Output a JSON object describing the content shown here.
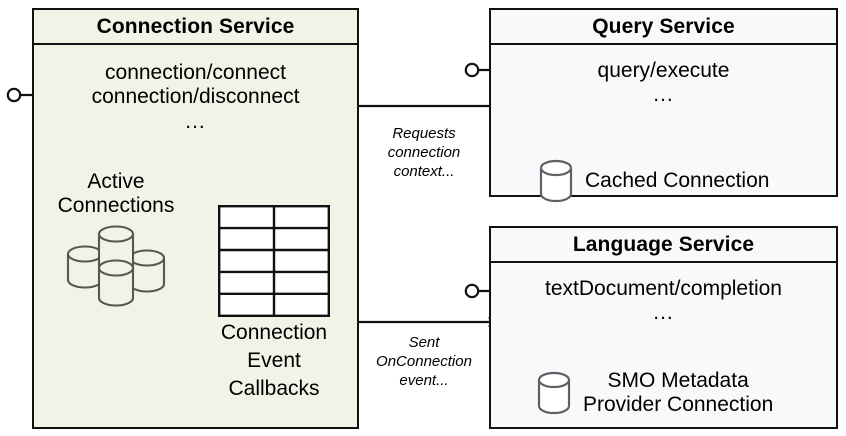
{
  "diagram": {
    "type": "uml-component-diagram",
    "background": "#ffffff",
    "components": {
      "connection_service": {
        "title": "Connection Service",
        "fill": "#f1f3e7",
        "border": "#111111",
        "operations": [
          "connection/connect",
          "connection/disconnect",
          "..."
        ],
        "parts": {
          "active_connections": {
            "label_line1": "Active",
            "label_line2": "Connections",
            "icon": "cylinder-cluster-icon"
          },
          "event_callbacks": {
            "label_line1": "Connection",
            "label_line2": "Event",
            "label_line3": "Callbacks",
            "icon": "table-grid-icon",
            "grid_columns": 2,
            "grid_rows": 5
          }
        }
      },
      "query_service": {
        "title": "Query Service",
        "fill": "#f8f9fb",
        "border": "#111111",
        "operations": [
          "query/execute",
          "..."
        ],
        "resource": {
          "label": "Cached Connection",
          "icon": "database-cylinder-icon"
        }
      },
      "language_service": {
        "title": "Language Service",
        "fill": "#f8f9fb",
        "border": "#111111",
        "operations": [
          "textDocument/completion",
          "..."
        ],
        "resource": {
          "label_line1": "SMO Metadata",
          "label_line2": "Provider Connection",
          "icon": "database-cylinder-icon"
        }
      }
    },
    "edges": [
      {
        "name": "query-to-connection",
        "from": "query_service",
        "to": "connection_service",
        "direction": "left",
        "label_line1": "Requests",
        "label_line2": "connection",
        "label_line3": "context..."
      },
      {
        "name": "connection-to-language",
        "from": "connection_service",
        "to": "language_service",
        "direction": "right",
        "label_line1": "Sent",
        "label_line2": "OnConnection",
        "label_line3": "event..."
      }
    ],
    "interface_ports": [
      {
        "name": "connection-service-provided-interface",
        "icon": "lollipop-interface-icon"
      },
      {
        "name": "query-service-provided-interface",
        "icon": "lollipop-interface-icon"
      },
      {
        "name": "language-service-provided-interface",
        "icon": "lollipop-interface-icon"
      }
    ]
  }
}
